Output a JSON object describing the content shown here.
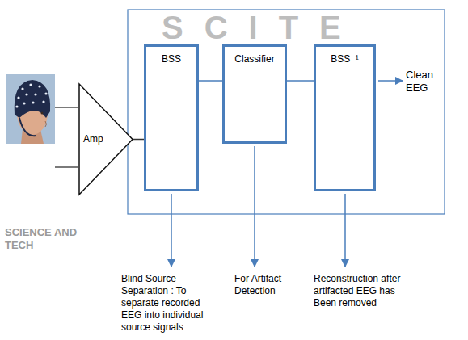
{
  "diagram": {
    "nodes": [
      {
        "text": [
          "Amp"
        ]
      },
      {
        "text": [
          "BSS"
        ]
      },
      {
        "text": [
          "Classifier"
        ]
      },
      {
        "text": [
          "BSS⁻¹"
        ]
      }
    ],
    "edges": [
      {
        "from": 0,
        "to": 1,
        "arrow": "none"
      },
      {
        "from": 1,
        "to": 2,
        "arrow": "none"
      },
      {
        "from": 2,
        "to": 3,
        "arrow": "none"
      }
    ],
    "labels": [
      "SCITE",
      "SCIENCE AND TECH",
      "Clean EEG",
      "Blind Source Separation : To separate recorded EEG into individual source signals",
      "For Artifact Detection",
      "Reconstruction after artifacted EEG has Been removed"
    ]
  }
}
